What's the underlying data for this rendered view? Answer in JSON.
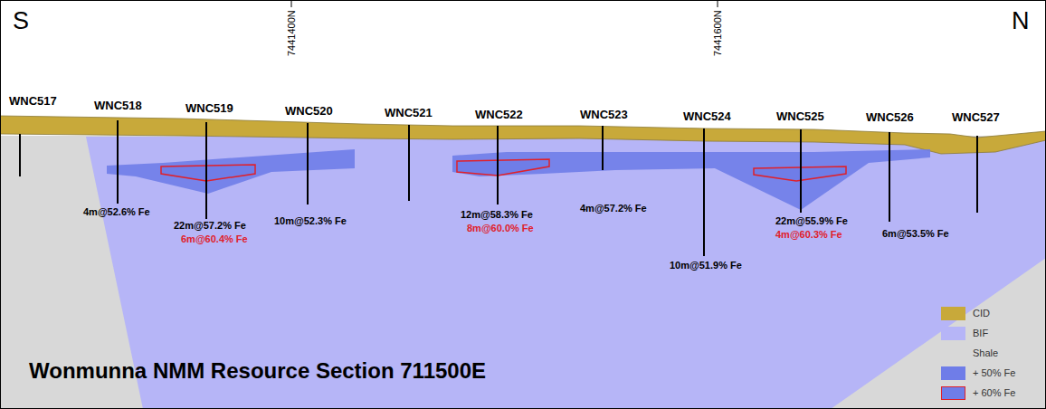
{
  "diagram": {
    "title": "Wonmunna NMM Resource Section 711500E",
    "labels": [
      "S",
      "N",
      "7441400N",
      "7441600N",
      "WNC517",
      "WNC518",
      "WNC519",
      "WNC520",
      "WNC521",
      "WNC522",
      "WNC523",
      "WNC524",
      "WNC525",
      "WNC526",
      "WNC527",
      "4m@52.6% Fe",
      "22m@57.2% Fe",
      "6m@60.4% Fe",
      "10m@52.3% Fe",
      "12m@58.3% Fe",
      "8m@60.0% Fe",
      "4m@57.2% Fe",
      "10m@51.9% Fe",
      "22m@55.9% Fe",
      "4m@60.3% Fe",
      "6m@53.5% Fe"
    ],
    "legend": [
      {
        "text": "CID",
        "color": "#c8a93a"
      },
      {
        "text": "BIF",
        "color": "#b6b5f7"
      },
      {
        "text": "Shale",
        "color": "#d8d8d8"
      },
      {
        "text": "+ 50% Fe",
        "color": "#6f7de8"
      },
      {
        "text": "+ 60% Fe"
      }
    ]
  }
}
